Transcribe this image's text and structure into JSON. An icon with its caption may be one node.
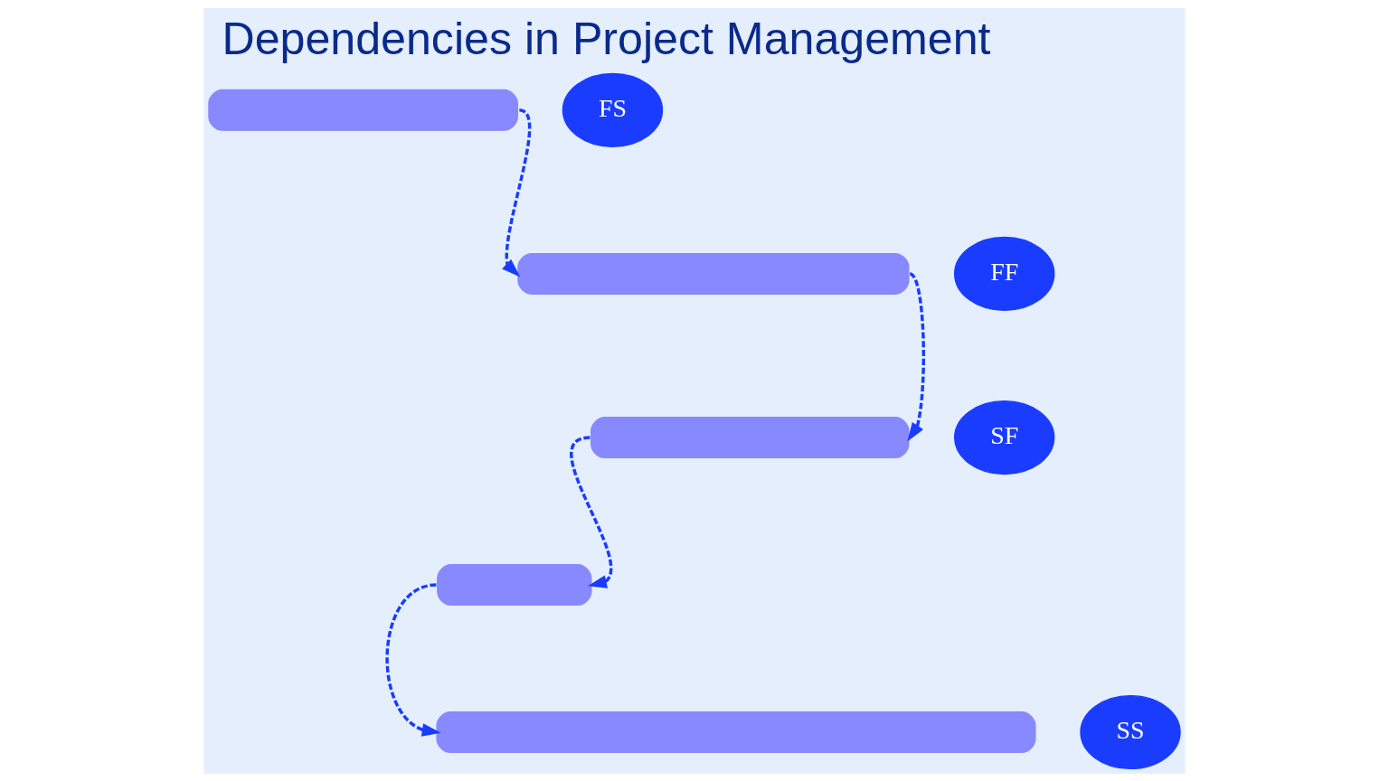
{
  "diagram": {
    "title": "Dependencies in Project Management",
    "nodes": [
      {
        "text": [],
        "shape": "bar"
      },
      {
        "text": [
          "FS"
        ]
      },
      {
        "text": [
          "FF"
        ]
      },
      {
        "text": [],
        "shape": "bar"
      },
      {
        "text": [
          "SF"
        ]
      },
      {
        "text": [],
        "shape": "bar"
      },
      {
        "text": [],
        "shape": "bar"
      },
      {
        "text": [
          "SS"
        ]
      },
      {
        "text": [],
        "shape": "bar"
      }
    ],
    "edges": [
      {
        "from": 0,
        "to": 3,
        "arrow": "to",
        "style": "dashed"
      },
      {
        "from": 3,
        "to": 5,
        "arrow": "to",
        "style": "dashed"
      },
      {
        "from": 5,
        "to": 6,
        "arrow": "to",
        "style": "dashed"
      },
      {
        "from": 6,
        "to": 8,
        "arrow": "to",
        "style": "dashed"
      }
    ]
  }
}
